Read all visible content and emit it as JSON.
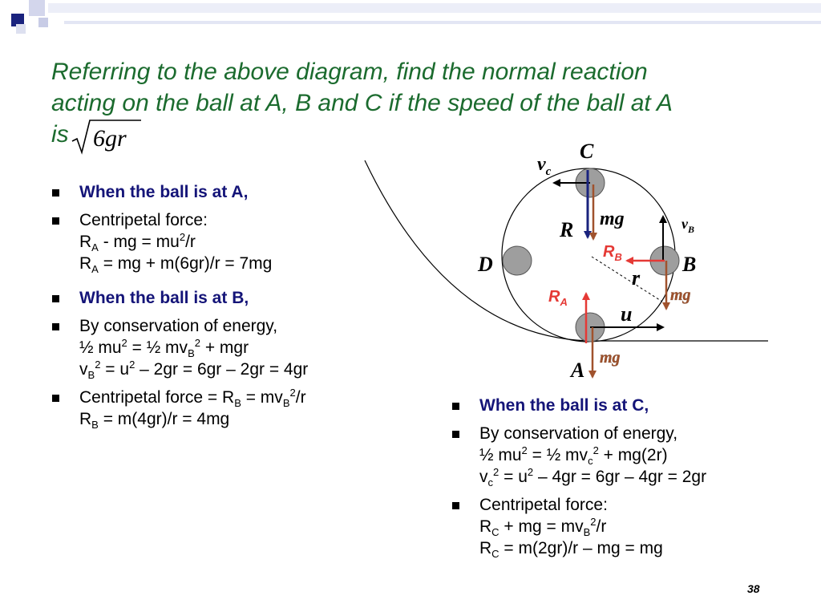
{
  "title": {
    "line1": "Referring to the above diagram, find the normal reaction",
    "line2": "acting on the ball at A, B and C if the speed of the ball at A",
    "line3": "is",
    "sqrt_expr": "6gr"
  },
  "left_list": {
    "b1_head": "When the ball is at A,",
    "b2_l1": "Centripetal force:",
    "b2_l2_a": "R",
    "b2_l2_a_sub": "A",
    "b2_l2_b": " - mg = mu",
    "b2_l2_b_sup": "2",
    "b2_l2_c": "/r",
    "b2_l3_a": "R",
    "b2_l3_a_sub": "A",
    "b2_l3_b": " = mg + m(6gr)/r = 7mg",
    "b3_head": "When the ball is at B,",
    "b4_l1": "By conservation of energy,",
    "b4_l2_a": "½ mu",
    "b4_l2_a_sup": "2",
    "b4_l2_b": " = ½ mv",
    "b4_l2_b_sub": "B",
    "b4_l2_b_sup": "2",
    "b4_l2_c": " + mgr",
    "b4_l3_a": "v",
    "b4_l3_a_sub": "B",
    "b4_l3_a_sup": "2",
    "b4_l3_b": " = u",
    "b4_l3_b_sup": "2",
    "b4_l3_c": " – 2gr = 6gr – 2gr = 4gr",
    "b5_l1_a": "Centripetal force = R",
    "b5_l1_a_sub": "B",
    "b5_l1_b": " = mv",
    "b5_l1_b_sub": "B",
    "b5_l1_b_sup": "2",
    "b5_l1_c": "/r",
    "b5_l2_a": "R",
    "b5_l2_a_sub": "B",
    "b5_l2_b": " = m(4gr)/r = 4mg"
  },
  "right_list": {
    "b1_head": "When the ball is at C,",
    "b2_l1": "By conservation of energy,",
    "b2_l2_a": "½ mu",
    "b2_l2_a_sup": "2",
    "b2_l2_b": " = ½ mv",
    "b2_l2_b_sub": "c",
    "b2_l2_b_sup": "2",
    "b2_l2_c": " + mg(2r)",
    "b2_l3_a": "v",
    "b2_l3_a_sub": "c",
    "b2_l3_a_sup": "2",
    "b2_l3_b": " = u",
    "b2_l3_b_sup": "2",
    "b2_l3_c": " – 4gr = 6gr – 4gr = 2gr",
    "b3_l1": "Centripetal force:",
    "b3_l2_a": "R",
    "b3_l2_a_sub": "C",
    "b3_l2_b": " + mg = mv",
    "b3_l2_b_sub": "B",
    "b3_l2_b_sup": "2",
    "b3_l2_c": "/r",
    "b3_l3_a": "R",
    "b3_l3_a_sub": "C",
    "b3_l3_b": " = m(2gr)/r – mg = mg"
  },
  "diagram": {
    "label_C": "C",
    "label_D": "D",
    "label_B": "B",
    "label_A": "A",
    "label_vc_v": "v",
    "label_vc_sub": "c",
    "label_vB_v": "v",
    "label_vB_sub": "B",
    "label_mg_top": "mg",
    "label_R": "R",
    "label_r": "r",
    "label_u": "u",
    "label_RB": "R",
    "label_RB_sub": "B",
    "label_RA": "R",
    "label_RA_sub": "A",
    "label_mg_right": "mg",
    "label_mg_bottom": "mg",
    "colors": {
      "navy": "#1a237e",
      "brown": "#a0522d",
      "red": "#e53935",
      "ball": "#9e9e9e"
    }
  },
  "page_number": "38"
}
